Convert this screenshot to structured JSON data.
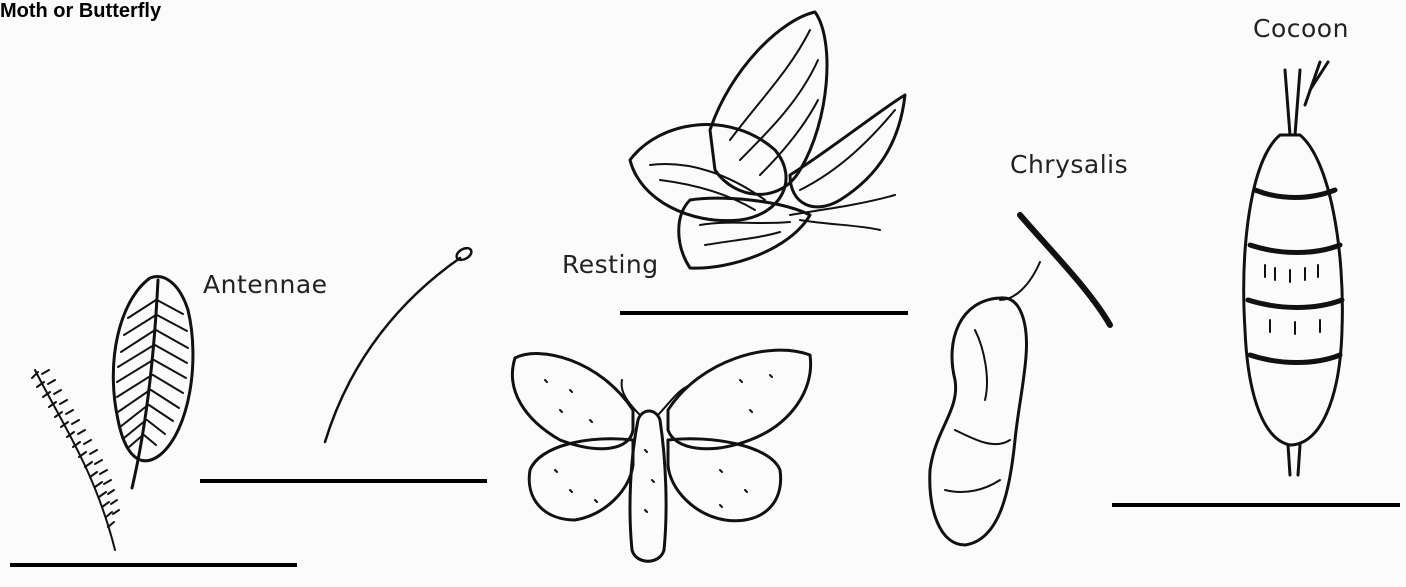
{
  "title": "Moth or Butterfly",
  "labels": {
    "antennae": "Antennae",
    "resting": "Resting",
    "chrysalis": "Chrysalis",
    "cocoon": "Cocoon"
  },
  "icons": [
    "feathery-antenna-icon",
    "clubbed-antenna-icon",
    "butterfly-resting-icon",
    "moth-resting-icon",
    "chrysalis-icon",
    "cocoon-icon"
  ]
}
